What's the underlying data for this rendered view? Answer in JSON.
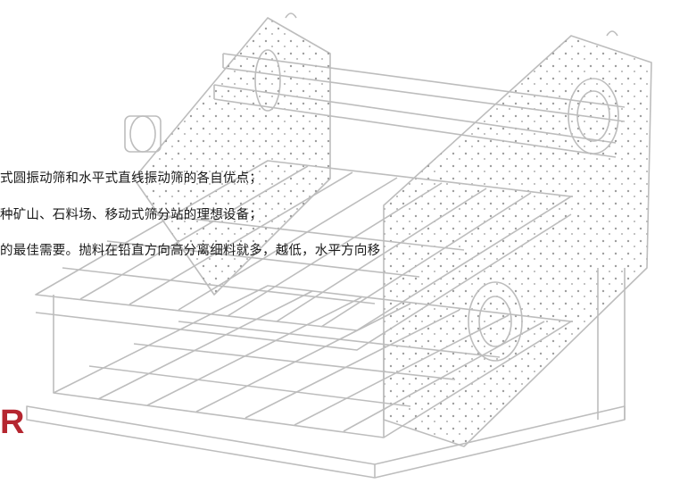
{
  "text_lines": [
    "式圆振动筛和水平式直线振动筛的各自优点；",
    "种矿山、石料场、移动式筛分站的理想设备；",
    "的最佳需要。抛料在铅直方向高分离细料就多，越低，水平方向移"
  ],
  "brand_fragment": "R",
  "colors": {
    "brand_red": "#b52630",
    "drawing_line": "#bdbdbd",
    "text": "#1a1a1a",
    "background": "#ffffff"
  },
  "icons": [
    "vibrating-screen-illustration"
  ]
}
